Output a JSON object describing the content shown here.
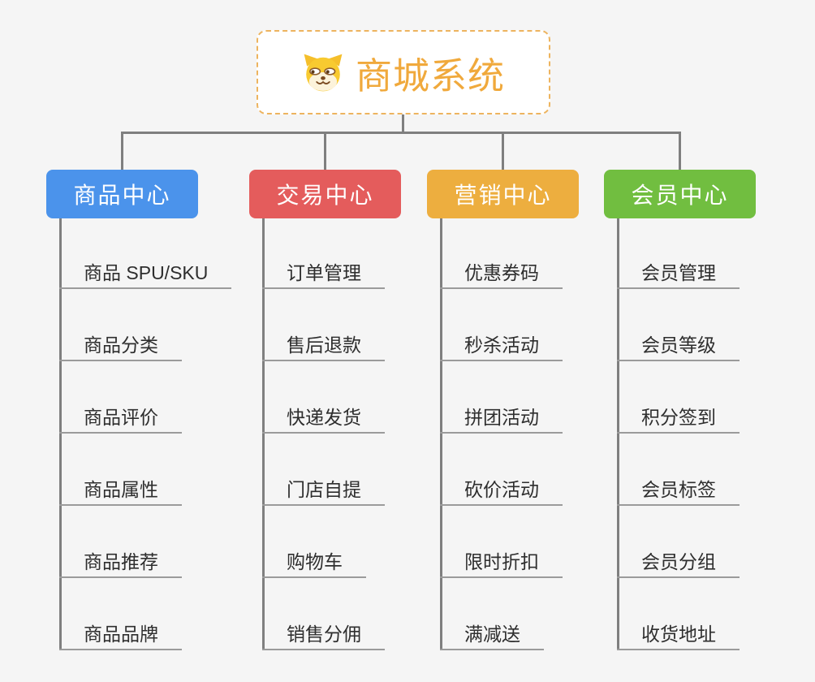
{
  "root": {
    "title": "商城系统",
    "icon": "shiba-dog-icon",
    "title_color": "#F0A93C",
    "border_color": "#EDB45F",
    "background": "#FFFFFF"
  },
  "canvas": {
    "background": "#F5F5F5",
    "connector_color": "#7F7F7F",
    "underline_color": "#9B9B9B",
    "leaf_text_color": "#2E2E2E"
  },
  "branches": [
    {
      "label": "商品中心",
      "color": "#4B93EB",
      "children": [
        "商品 SPU/SKU",
        "商品分类",
        "商品评价",
        "商品属性",
        "商品推荐",
        "商品品牌"
      ]
    },
    {
      "label": "交易中心",
      "color": "#E45C5C",
      "children": [
        "订单管理",
        "售后退款",
        "快递发货",
        "门店自提",
        "购物车",
        "销售分佣"
      ]
    },
    {
      "label": "营销中心",
      "color": "#EDAE3F",
      "children": [
        "优惠券码",
        "秒杀活动",
        "拼团活动",
        "砍价活动",
        "限时折扣",
        "满减送"
      ]
    },
    {
      "label": "会员中心",
      "color": "#71BE40",
      "children": [
        "会员管理",
        "会员等级",
        "积分签到",
        "会员标签",
        "会员分组",
        "收货地址"
      ]
    }
  ]
}
